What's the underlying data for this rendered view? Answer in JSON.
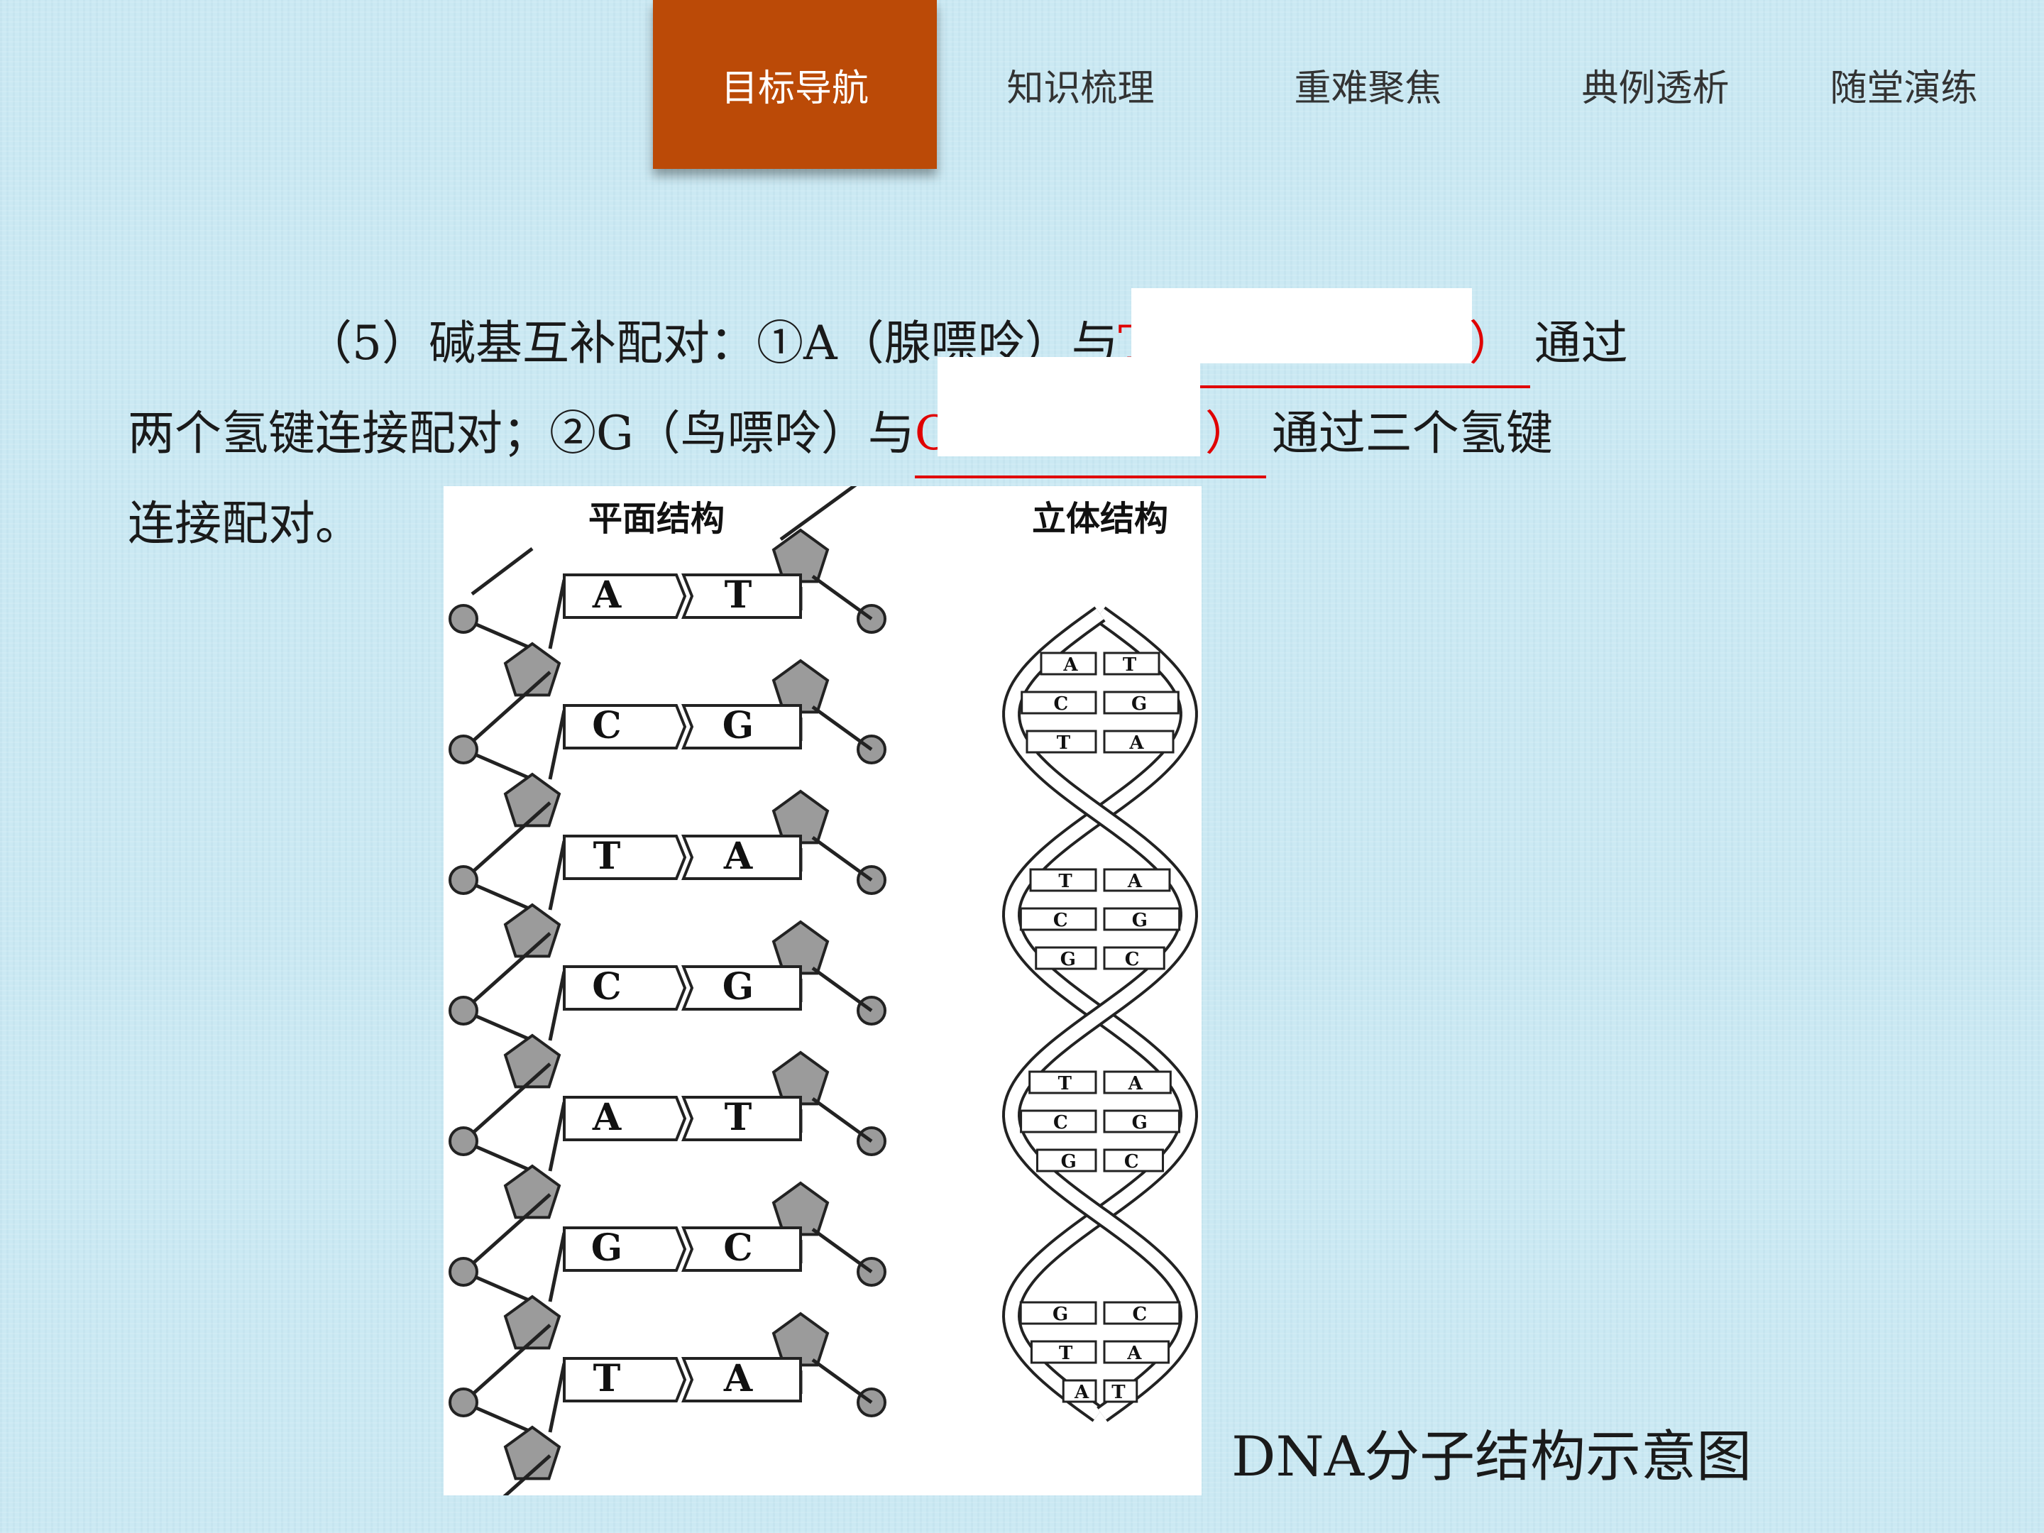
{
  "nav": {
    "items": [
      {
        "label": "目标导航",
        "active": true
      },
      {
        "label": "知识梳理",
        "active": false
      },
      {
        "label": "重难聚焦",
        "active": false
      },
      {
        "label": "典例透析",
        "active": false
      },
      {
        "label": "随堂演练",
        "active": false
      }
    ],
    "active_color": "#bb4a07"
  },
  "content": {
    "line1_prefix": "（5）碱基互补配对：①A（腺嘌呤）与",
    "blank1_visible": "T",
    "blank1_close": "）",
    "line1_suffix": "通过",
    "line2_prefix": "两个氢键连接配对；②G（鸟嘌呤）与",
    "blank2_visible": "C",
    "blank2_close": "）",
    "line2_suffix": "通过三个氢键",
    "line3": "连接配对。",
    "answer_color": "#e00000"
  },
  "figure": {
    "plane_title": "平面结构",
    "stereo_title": "立体结构",
    "plane_pairs": [
      [
        "A",
        "T"
      ],
      [
        "C",
        "G"
      ],
      [
        "T",
        "A"
      ],
      [
        "C",
        "G"
      ],
      [
        "A",
        "T"
      ],
      [
        "G",
        "C"
      ],
      [
        "T",
        "A"
      ]
    ],
    "helix_pairs": [
      [
        "A",
        "T"
      ],
      [
        "C",
        "G"
      ],
      [
        "T",
        "A"
      ],
      [
        "T",
        "A"
      ],
      [
        "C",
        "G"
      ],
      [
        "G",
        "C"
      ],
      [
        "T",
        "A"
      ],
      [
        "C",
        "G"
      ],
      [
        "G",
        "C"
      ],
      [
        "G",
        "C"
      ],
      [
        "T",
        "A"
      ],
      [
        "A",
        "T"
      ]
    ],
    "caption": "DNA分子结构示意图"
  }
}
